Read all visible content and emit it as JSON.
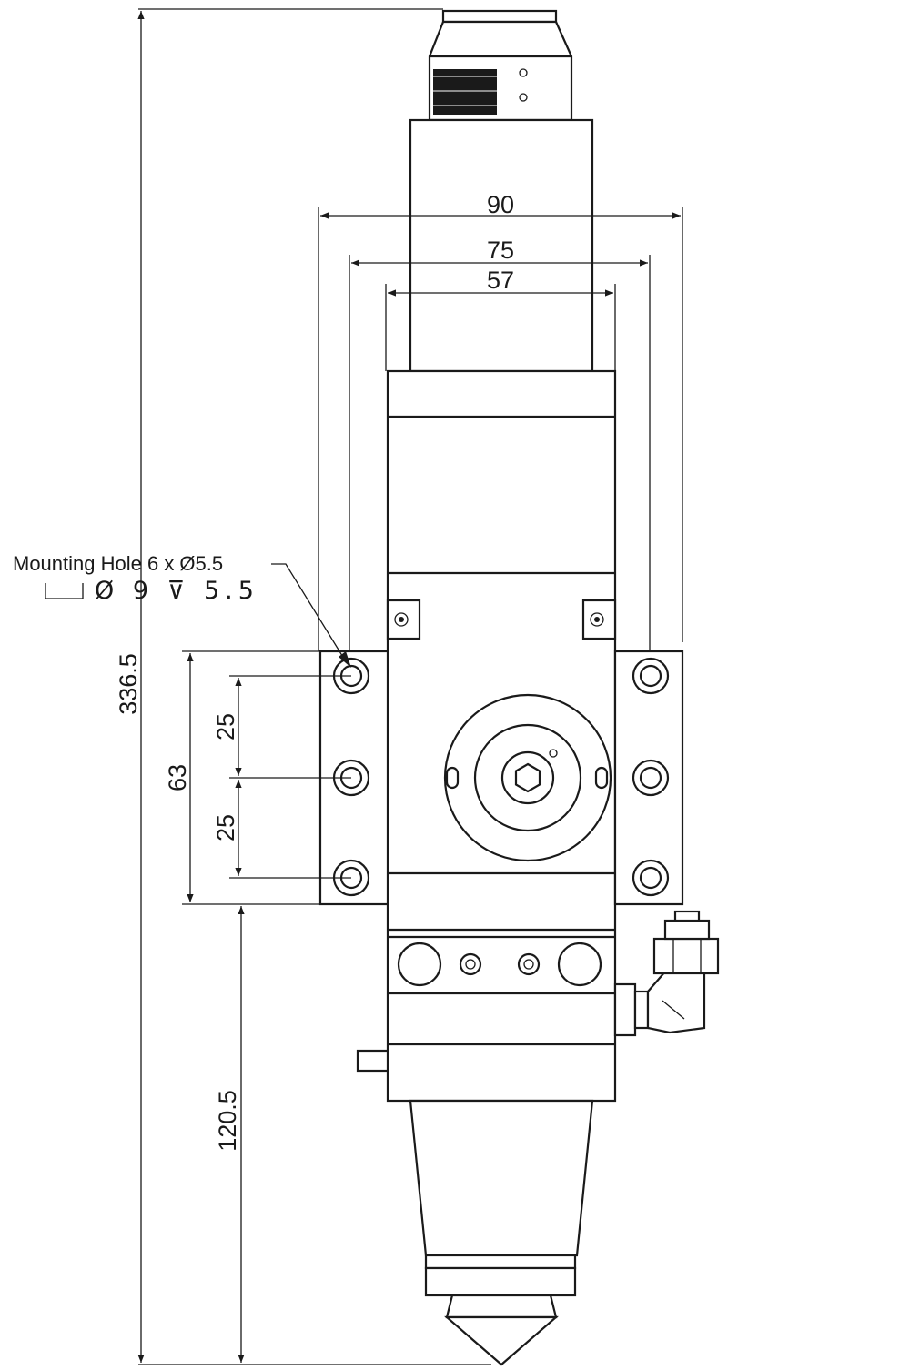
{
  "dimensions": {
    "overall_height": "336.5",
    "width_90": "90",
    "width_75": "75",
    "width_57": "57",
    "hole_span": "63",
    "pitch_top": "25",
    "pitch_bottom": "25",
    "lower_height": "120.5"
  },
  "note": {
    "mounting_hole": "Mounting Hole 6 x Ø5.5",
    "counterbore_spec": "Ø 9 ⊽ 5.5"
  },
  "icons": [
    "counterbore-icon",
    "arrowhead-icon",
    "hex-socket-icon"
  ],
  "colors": {
    "line": "#1a1a1a",
    "background": "#ffffff"
  }
}
